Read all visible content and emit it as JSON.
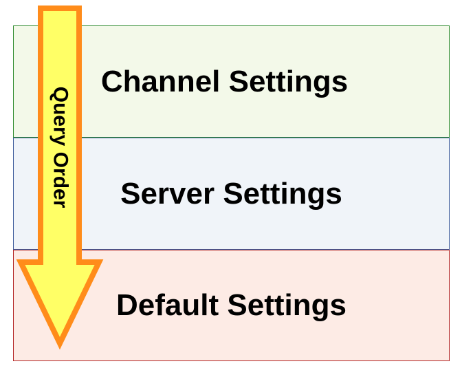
{
  "layers": {
    "channel": {
      "label": "Channel Settings",
      "fill": "#f3f9e9",
      "border": "#2e8b2e"
    },
    "server": {
      "label": "Server Settings",
      "fill": "#f0f4f9",
      "border": "#3b5a9a"
    },
    "default": {
      "label": "Default Settings",
      "fill": "#fdebe5",
      "border": "#b22222"
    }
  },
  "arrow": {
    "label": "Query Order",
    "fill": "#ffff66",
    "stroke": "#ff8c1a",
    "direction": "down"
  }
}
